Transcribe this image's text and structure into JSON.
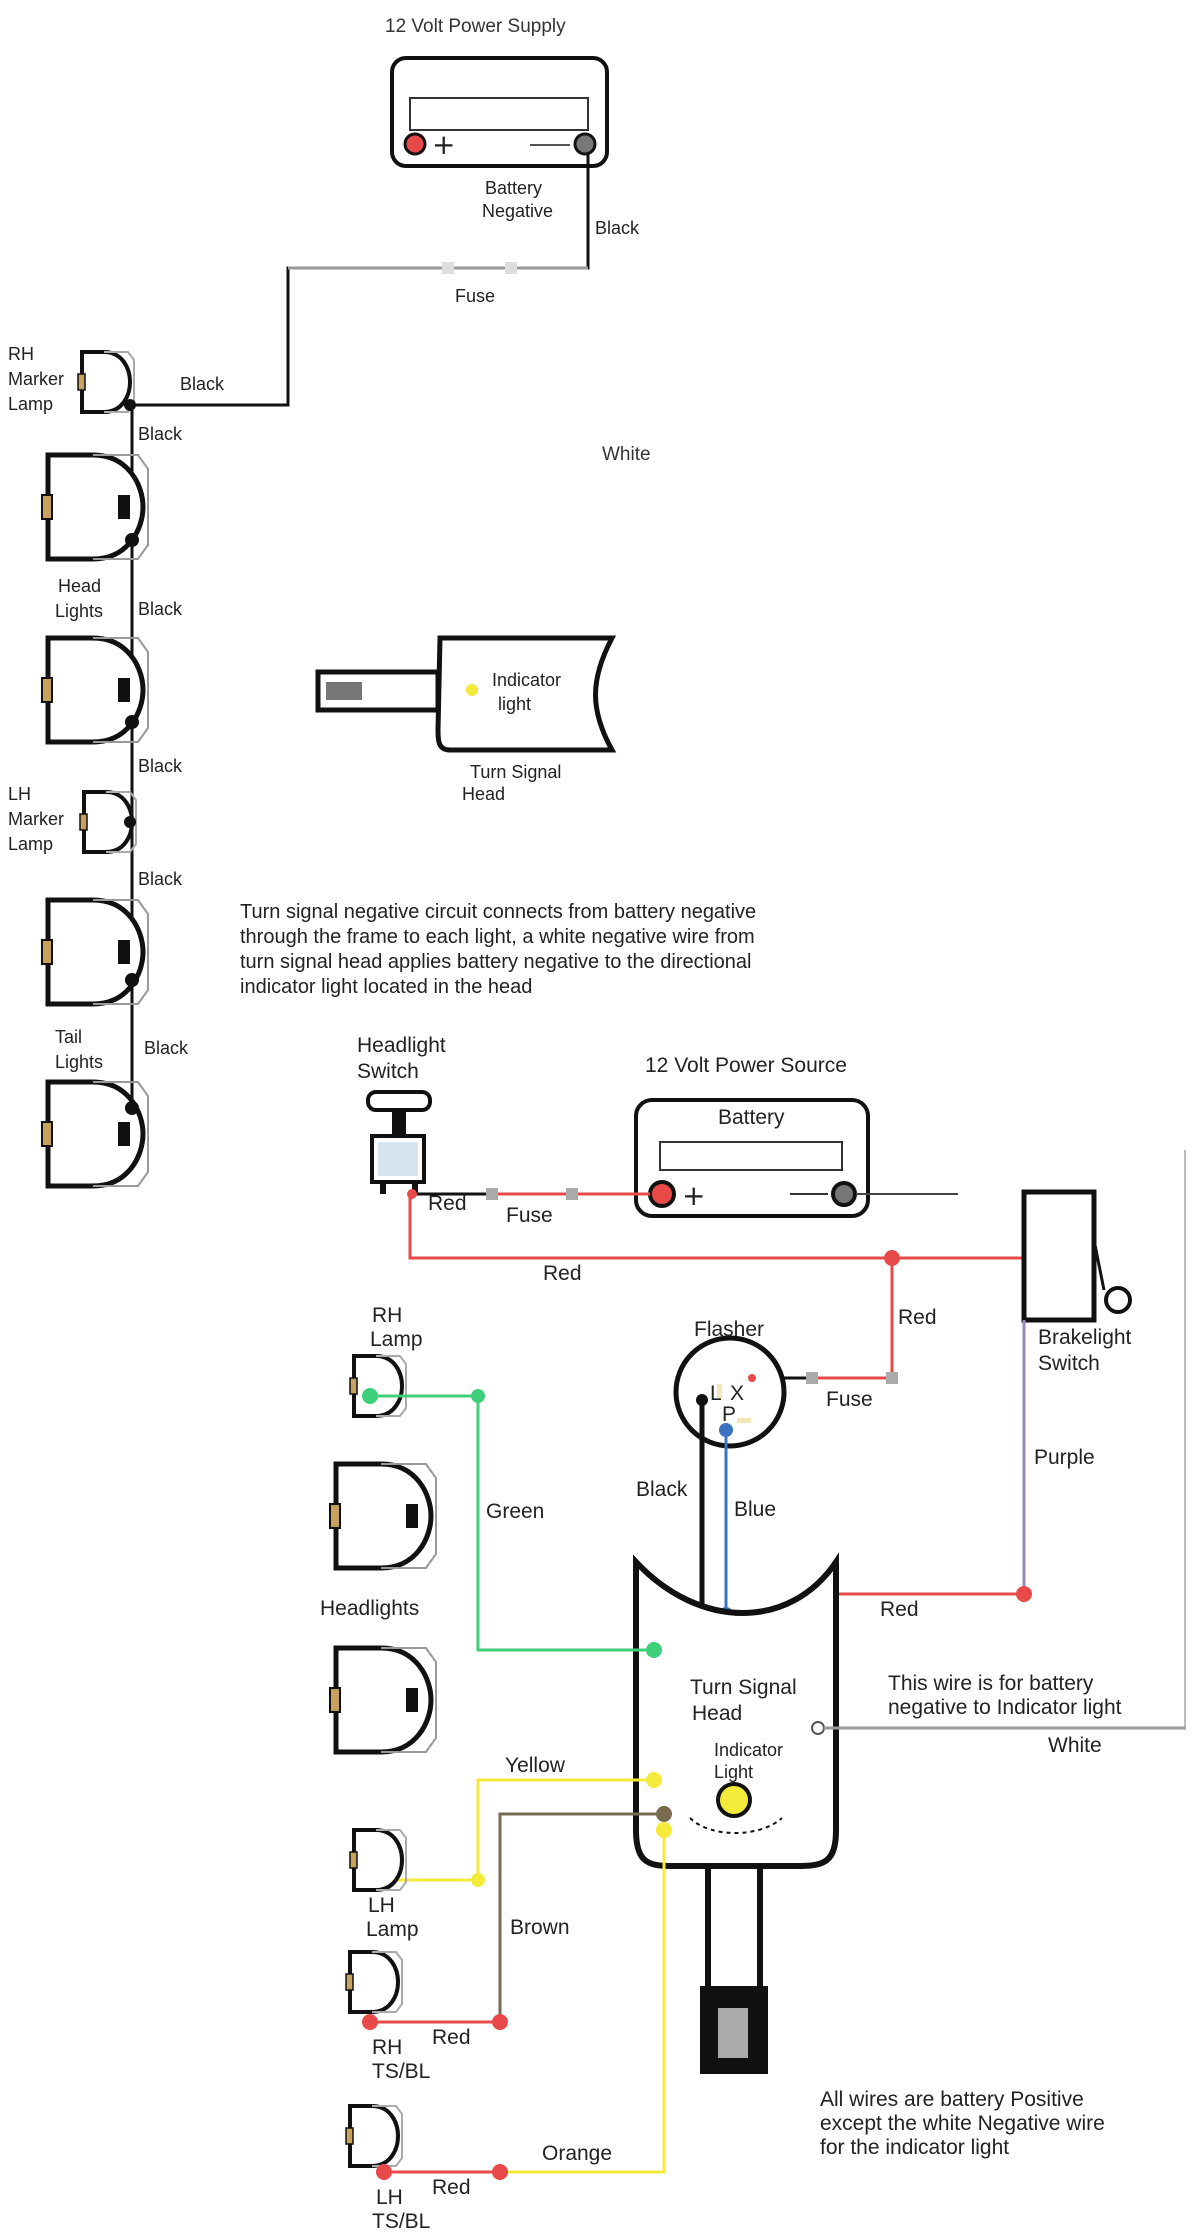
{
  "top": {
    "power_supply": "12 Volt Power Supply",
    "battery_negative_line1": "Battery",
    "battery_negative_line2": "Negative",
    "black_1": "Black",
    "fuse": "Fuse",
    "rh_marker_1": "RH",
    "rh_marker_2": "Marker",
    "rh_marker_3": "Lamp",
    "wire_black_a": "Black",
    "wire_black_b": "Black",
    "head_lights_1": "Head",
    "head_lights_2": "Lights",
    "black_2": "Black",
    "black_3": "Black",
    "lh_marker_1": "LH",
    "lh_marker_2": "Marker",
    "lh_marker_3": "Lamp",
    "black_4": "Black",
    "tail_lights_1": "Tail",
    "tail_lights_2": "Lights",
    "black_5": "Black",
    "white": "White",
    "indicator_1": "Indicator",
    "indicator_2": "light",
    "turn_signal_head_1": "Turn Signal",
    "turn_signal_head_2": "Head",
    "note_1": "Turn signal negative circuit connects from battery negative",
    "note_2": "through the frame to each light, a white negative wire from",
    "note_3": "turn signal head applies battery negative to the directional",
    "note_4": "indicator light located in the head"
  },
  "bottom": {
    "headlight_switch_1": "Headlight",
    "headlight_switch_2": "Switch",
    "power_source": "12 Volt Power Source",
    "battery": "Battery",
    "plus": "+",
    "red_1": "Red",
    "fuse_1": "Fuse",
    "red_2": "Red",
    "brakelight_switch_1": "Brakelight",
    "brakelight_switch_2": "Switch",
    "rh_lamp_1": "RH",
    "rh_lamp_2": "Lamp",
    "flasher": "Flasher",
    "flasher_L": "L",
    "flasher_X": "X",
    "flasher_P": "P",
    "red_3": "Red",
    "fuse_2": "Fuse",
    "green": "Green",
    "purple": "Purple",
    "black": "Black",
    "blue": "Blue",
    "headlights": "Headlights",
    "red_4": "Red",
    "turn_signal_head_1": "Turn Signal",
    "turn_signal_head_2": "Head",
    "battery_note_1": "This wire is for battery",
    "battery_note_2": "negative to Indicator light",
    "white": "White",
    "yellow": "Yellow",
    "indicator_1": "Indicator",
    "indicator_2": "Light",
    "lh_lamp_1": "LH",
    "lh_lamp_2": "Lamp",
    "brown": "Brown",
    "rh_ts_1": "RH",
    "rh_ts_2": "TS/BL",
    "red_5": "Red",
    "orange": "Orange",
    "lh_ts_1": "LH",
    "lh_ts_2": "TS/BL",
    "red_6": "Red",
    "positive_note_1": "All wires are battery Positive",
    "positive_note_2": "except the white Negative wire",
    "positive_note_3": "for the indicator light"
  },
  "colors": {
    "red": "#e84a4a",
    "green": "#3ecf7a",
    "yellow": "#f4ea3a",
    "brown": "#7a6a50",
    "blue": "#3a74c0",
    "purple": "#9a88b6",
    "orange_wire": "#f4ea3a",
    "gray_wire": "#9a9a9a"
  }
}
